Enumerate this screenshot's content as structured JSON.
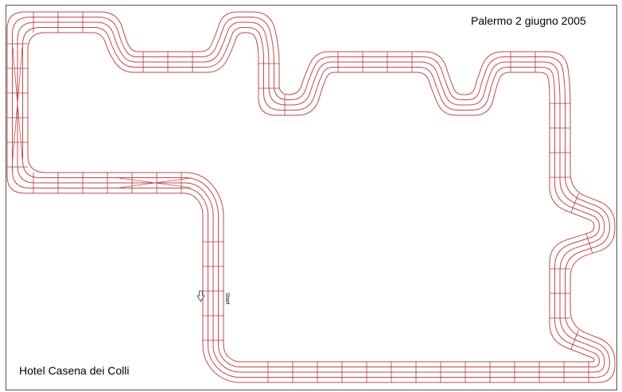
{
  "header": {
    "event_label": "Palermo 2 giugno 2005"
  },
  "footer": {
    "venue_label": "Hotel Casena dei Colli"
  },
  "track": {
    "start_label": "Start",
    "lanes": 4,
    "rail_color": "#c04848",
    "frame_color": "#555555"
  }
}
